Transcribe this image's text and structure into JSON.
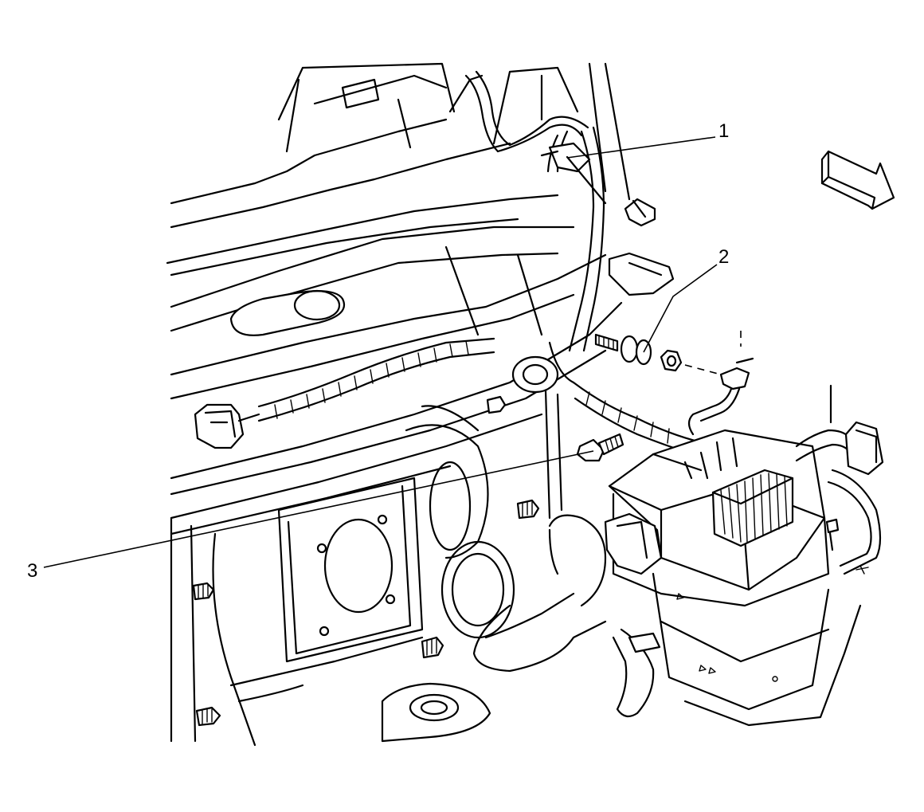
{
  "callouts": [
    {
      "id": "1",
      "label": "1"
    },
    {
      "id": "2",
      "label": "2"
    },
    {
      "id": "3",
      "label": "3"
    }
  ],
  "icons": {
    "direction_arrow": "direction-arrow-icon"
  }
}
